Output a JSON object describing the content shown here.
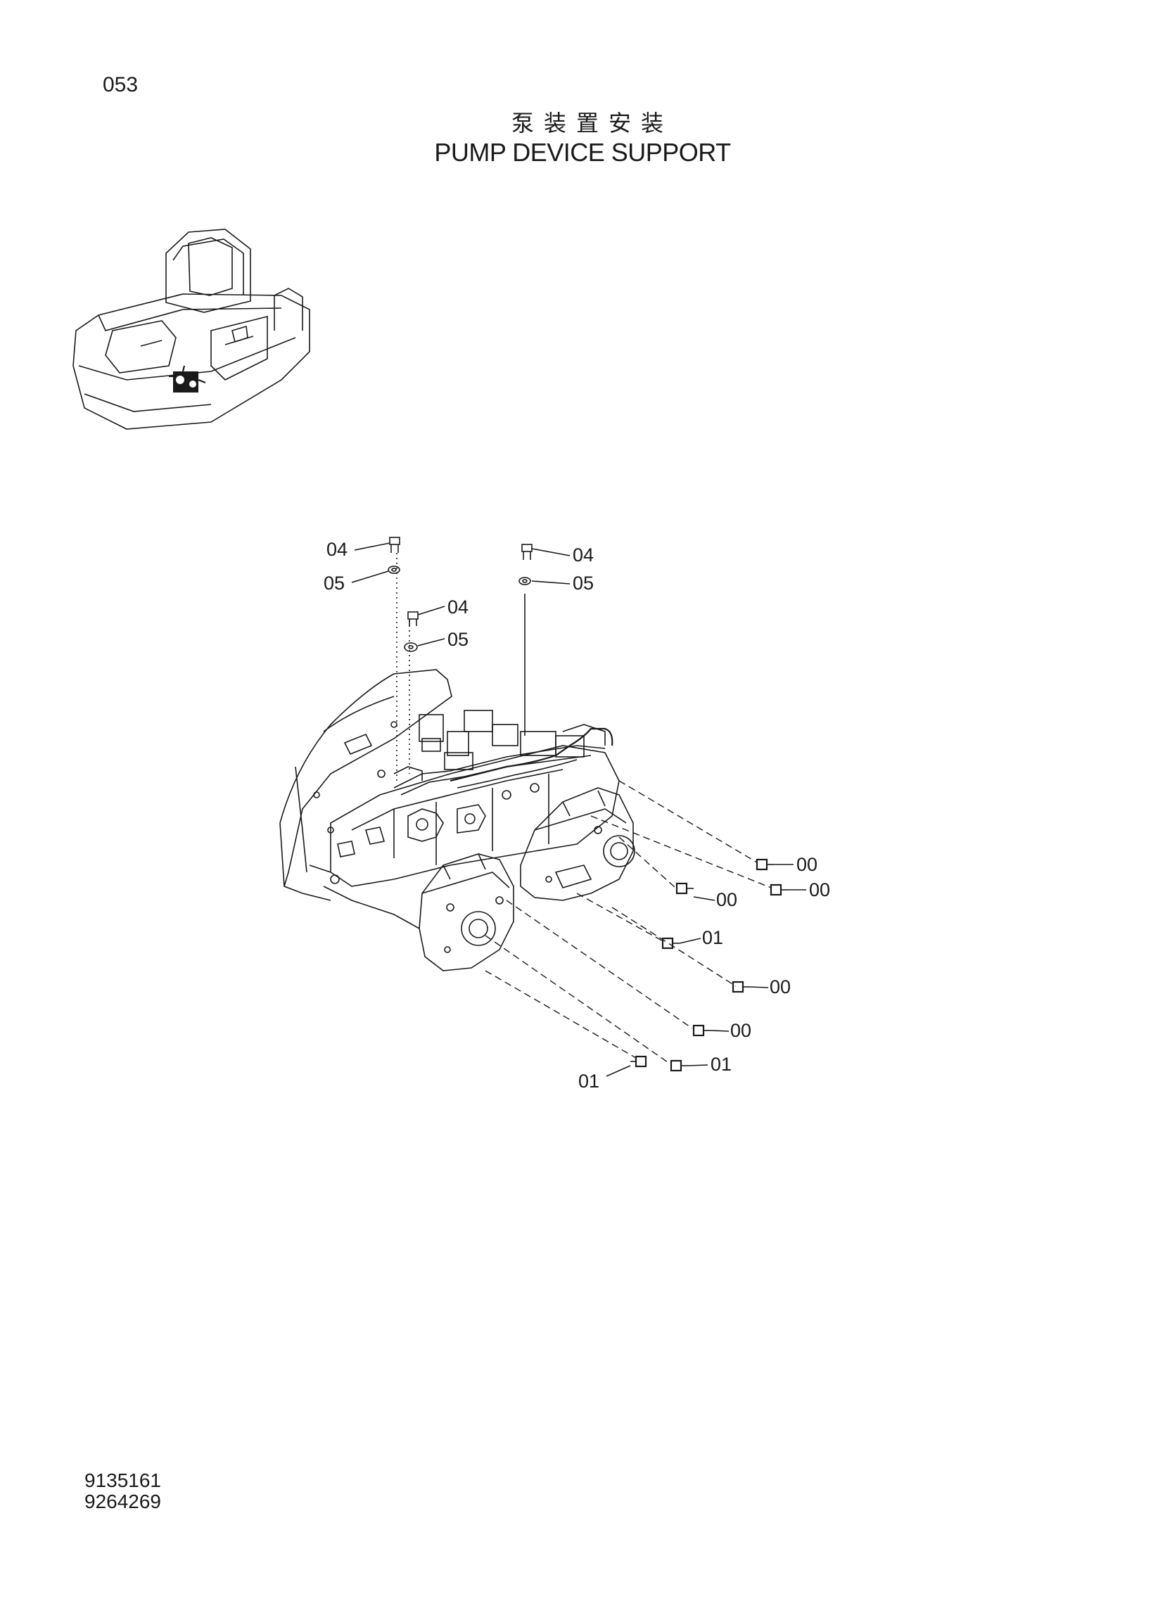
{
  "page_number": "053",
  "title_cn": "泵装置安装",
  "title_en": "PUMP DEVICE SUPPORT",
  "codes": [
    "9135161",
    "9264269"
  ],
  "callouts": {
    "c1": "04",
    "c2": "05",
    "c3": "04",
    "c4": "05",
    "c5": "04",
    "c6": "05",
    "c7": "00",
    "c8": "00",
    "c9": "00",
    "c10": "01",
    "c11": "00",
    "c12": "00",
    "c13": "01",
    "c14": "01"
  }
}
